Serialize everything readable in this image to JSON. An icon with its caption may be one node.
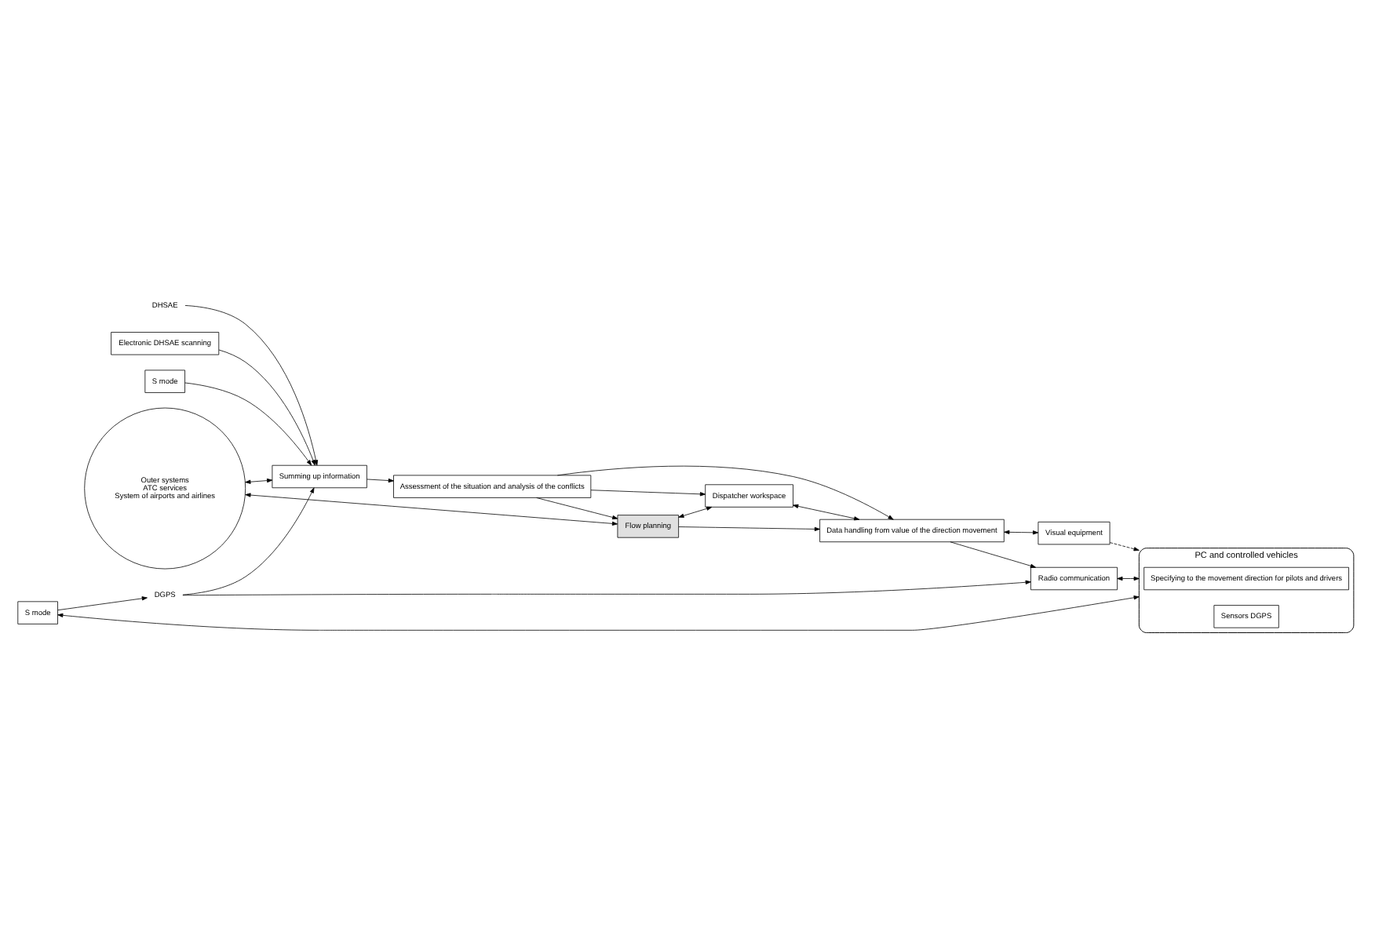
{
  "diagram": {
    "nodes": [
      {
        "text": [
          "Outer systems",
          "ATC services",
          "System of airports and airlines"
        ]
      },
      {
        "text": [
          "Summing up information"
        ]
      },
      {
        "text": [
          "Assessment of the situation and analysis of the conflicts"
        ]
      },
      {
        "text": [
          "Flow planning"
        ]
      },
      {
        "text": [
          "Dispatcher workspace"
        ]
      },
      {
        "text": [
          "DHSAE"
        ]
      },
      {
        "text": [
          "Electronic DHSAE scanning"
        ]
      },
      {
        "text": [
          "Data handling from value of the direction movement"
        ]
      },
      {
        "text": [
          "Visual equipment"
        ]
      },
      {
        "text": [
          "S mode"
        ]
      },
      {
        "text": [
          "PC and controlled vehicles"
        ]
      },
      {
        "text": [
          "Specifying to the movement direction for pilots and drivers"
        ],
        "in": 10
      },
      {
        "text": [
          "DGPS"
        ]
      },
      {
        "text": [
          "Radio communication"
        ]
      },
      {
        "text": [
          "S mode"
        ]
      },
      {
        "text": [
          "Sensors DGPS"
        ],
        "in": 10
      }
    ],
    "edges": [
      {
        "from": 0,
        "to": 1,
        "arrow": "both"
      },
      {
        "from": 2,
        "to": 4,
        "arrow": "to"
      },
      {
        "from": 3,
        "to": 0,
        "arrow": "both"
      },
      {
        "from": 1,
        "to": 2,
        "arrow": "to"
      },
      {
        "from": 2,
        "to": 3,
        "arrow": "to"
      },
      {
        "from": 3,
        "to": 4,
        "arrow": "both"
      },
      {
        "from": 3,
        "to": 7,
        "arrow": "to"
      },
      {
        "from": 4,
        "to": 7,
        "arrow": "both"
      },
      {
        "from": 2,
        "to": 7,
        "arrow": "to"
      },
      {
        "from": 5,
        "to": 1,
        "arrow": "to"
      },
      {
        "from": 6,
        "to": 1,
        "arrow": "to"
      },
      {
        "from": 7,
        "to": 8,
        "arrow": "both"
      },
      {
        "from": 8,
        "to": 10,
        "arrow": "to",
        "style": "dashed"
      },
      {
        "from": 9,
        "to": 1,
        "arrow": "to"
      },
      {
        "from": 12,
        "to": 1,
        "arrow": "to"
      },
      {
        "from": 7,
        "to": 13,
        "arrow": "to"
      },
      {
        "from": 12,
        "to": 13,
        "arrow": "to"
      },
      {
        "from": 14,
        "to": 12,
        "arrow": "to"
      },
      {
        "from": 13,
        "to": 10,
        "arrow": "both"
      },
      {
        "from": 14,
        "to": 10,
        "arrow": "both"
      }
    ]
  }
}
